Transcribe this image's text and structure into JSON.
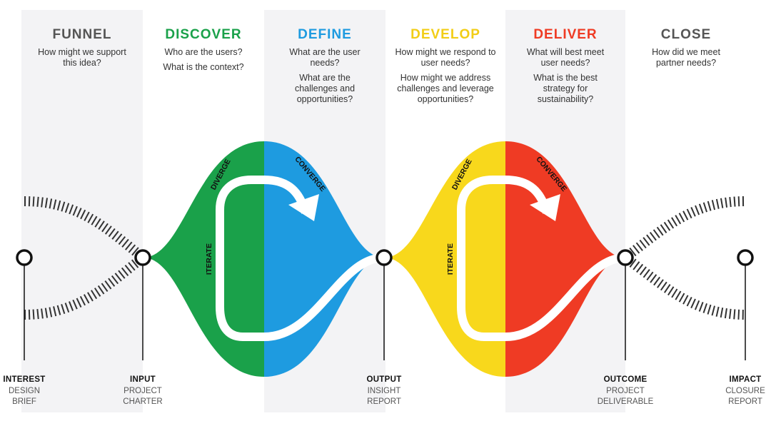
{
  "phases": [
    {
      "title": "FUNNEL",
      "color": "#555555",
      "questions": [
        "How might we support this idea?"
      ]
    },
    {
      "title": "DISCOVER",
      "color": "#1aa14a",
      "questions": [
        "Who are the users?",
        "What is the context?"
      ]
    },
    {
      "title": "DEFINE",
      "color": "#1e9be0",
      "questions": [
        "What are the user needs?",
        "What are the challenges and opportunities?"
      ]
    },
    {
      "title": "DEVELOP",
      "color": "#f2cd16",
      "questions": [
        "How might we respond to user needs?",
        "How might we address challenges and leverage opportunities?"
      ]
    },
    {
      "title": "DELIVER",
      "color": "#ef3b24",
      "questions": [
        "What will best meet user needs?",
        "What is the best strategy for sustainability?"
      ]
    },
    {
      "title": "CLOSE",
      "color": "#555555",
      "questions": [
        "How did we meet partner needs?"
      ]
    }
  ],
  "diamond_labels": {
    "diverge": "DIVERGE",
    "converge": "CONVERGE",
    "iterate": "ITERATE"
  },
  "colors": {
    "green": "#1aa14a",
    "blue": "#1e9be0",
    "yellow": "#f8d81c",
    "red": "#ef3b24",
    "band": "#f3f3f5"
  },
  "milestones": [
    {
      "title": "INTEREST",
      "sub": [
        "DESIGN",
        "BRIEF"
      ]
    },
    {
      "title": "INPUT",
      "sub": [
        "PROJECT",
        "CHARTER"
      ]
    },
    {
      "title": "OUTPUT",
      "sub": [
        "INSIGHT",
        "REPORT"
      ]
    },
    {
      "title": "OUTCOME",
      "sub": [
        "PROJECT",
        "DELIVERABLE"
      ]
    },
    {
      "title": "IMPACT",
      "sub": [
        "CLOSURE",
        "REPORT"
      ]
    }
  ]
}
